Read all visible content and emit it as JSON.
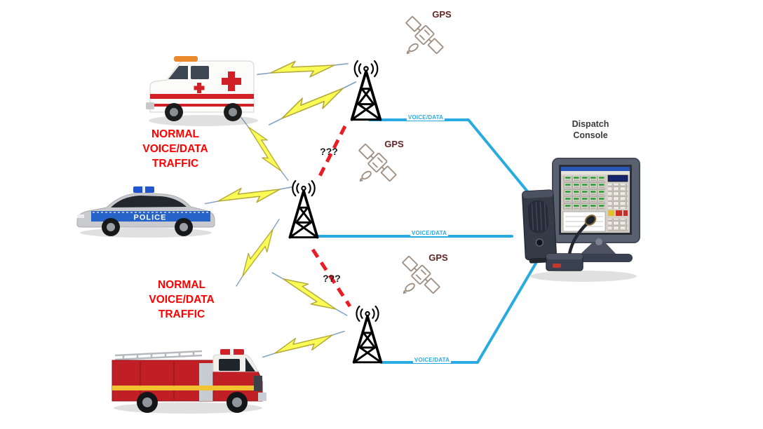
{
  "labels": {
    "traffic_top": {
      "line1": "NORMAL",
      "line2": "VOICE/DATA",
      "line3": "TRAFFIC"
    },
    "traffic_bottom": {
      "line1": "NORMAL",
      "line2": "VOICE/DATA",
      "line3": "TRAFFIC"
    },
    "dispatch_console": {
      "line1": "Dispatch",
      "line2": "Console"
    },
    "gps": "GPS",
    "unknown": "???",
    "voice_data": "VOICE/DATA",
    "police": "POLICE"
  },
  "colors": {
    "link_blue": "#29abe2",
    "alert_red": "#ff0000",
    "dash_red": "#ec1c24",
    "gps_label": "#632423",
    "question_text": "#1b1b1b",
    "dispatch_text": "#3a3a3a",
    "bolt_yellow": "#fbfb55",
    "bolt_outline": "#b3a839",
    "bolt_line": "#7d9ec0",
    "tower_black": "#000000",
    "satellite_outline": "#9d8e80"
  },
  "structure": {
    "vehicles": [
      "ambulance",
      "police-car",
      "fire-truck"
    ],
    "towers": [
      "tower-top",
      "tower-middle",
      "tower-bottom"
    ],
    "satellites": [
      "gps-satellite-top",
      "gps-satellite-middle",
      "gps-satellite-bottom"
    ],
    "console": "dispatch-console",
    "links": [
      {
        "from": "tower-top",
        "to": "dispatch-console",
        "label": "VOICE/DATA",
        "style": "solid-blue"
      },
      {
        "from": "tower-middle",
        "to": "dispatch-console",
        "label": "VOICE/DATA",
        "style": "solid-blue"
      },
      {
        "from": "tower-bottom",
        "to": "dispatch-console",
        "label": "VOICE/DATA",
        "style": "solid-blue"
      },
      {
        "from": "tower-top",
        "to": "tower-middle",
        "label": "???",
        "style": "dashed-red"
      },
      {
        "from": "tower-middle",
        "to": "tower-bottom",
        "label": "???",
        "style": "dashed-red"
      }
    ],
    "radio_bolts": 7
  }
}
